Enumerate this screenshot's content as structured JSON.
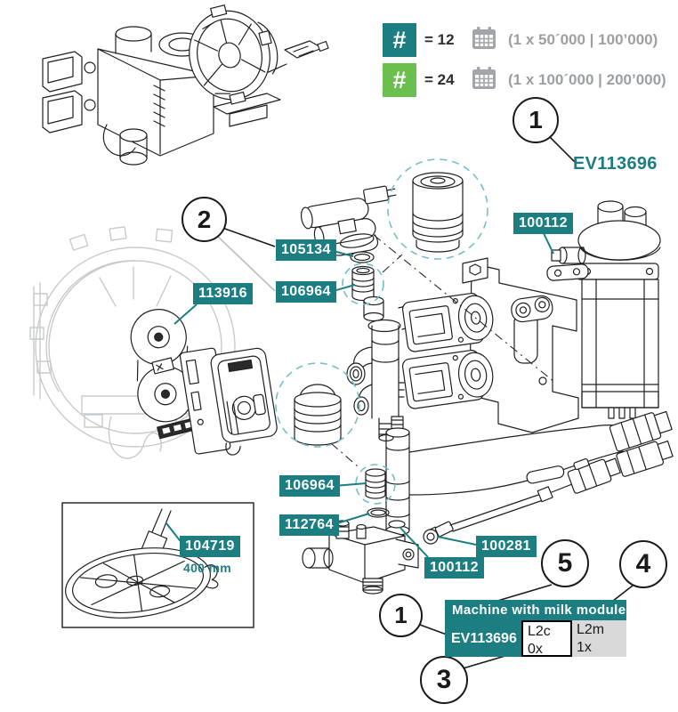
{
  "colors": {
    "teal": "#1c7e81",
    "green": "#6abf4e",
    "light_teal": "#74c0c2",
    "legend_gray": "#9aa0a4",
    "drawing_gray": "#c7cbce",
    "table_gray": "#d9d9d9"
  },
  "legend": {
    "rows": [
      {
        "symbol": "#",
        "count": "= 12",
        "interval": "(1 x 50´000 | 100’000)"
      },
      {
        "symbol": "#",
        "count": "= 24",
        "interval": "(1 x 100´000 | 200’000)"
      }
    ]
  },
  "top_ref": {
    "circle": "1",
    "code": "EV113696"
  },
  "badges": [
    {
      "text": "105134"
    },
    {
      "text": "106964"
    },
    {
      "text": "113916"
    },
    {
      "text": "100112"
    },
    {
      "text": "106964"
    },
    {
      "text": "112764"
    },
    {
      "text": "100281"
    },
    {
      "text": "100112"
    },
    {
      "text": "104719",
      "note": "400 mm"
    }
  ],
  "callouts": [
    {
      "n": "1"
    },
    {
      "n": "2"
    },
    {
      "n": "5"
    },
    {
      "n": "4"
    },
    {
      "n": "1"
    },
    {
      "n": "3"
    }
  ],
  "table": {
    "title": "Machine with milk module",
    "code": "EV113696",
    "cols": [
      {
        "label": "L2c",
        "value": "0x"
      },
      {
        "label": "L2m",
        "value": "1x"
      }
    ]
  }
}
